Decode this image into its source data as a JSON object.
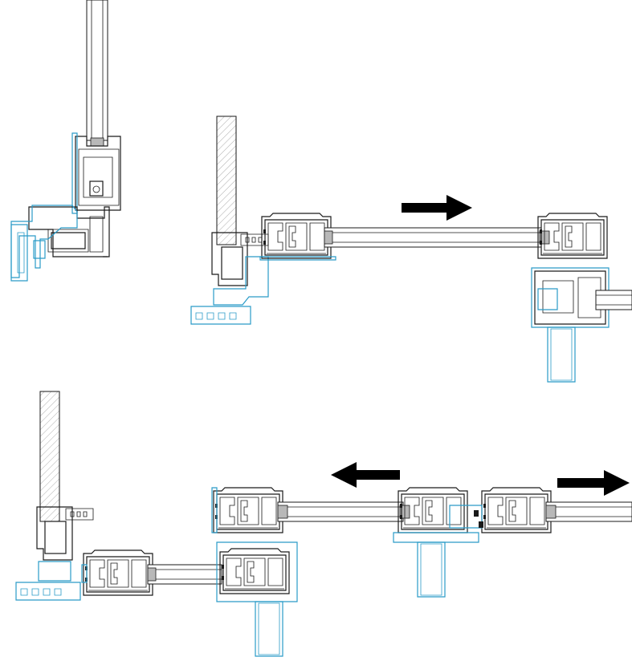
{
  "diagram": {
    "colors": {
      "profile": "#1a1a1a",
      "seal": "#2a9bc8",
      "spacer": "#b8b8b8",
      "arrow": "#000000"
    },
    "sections": [
      {
        "id": "fixed-window-section"
      },
      {
        "id": "single-slide-section",
        "slide_direction": "right"
      },
      {
        "id": "double-slide-section",
        "slide_directions": [
          "left",
          "right"
        ]
      }
    ]
  }
}
